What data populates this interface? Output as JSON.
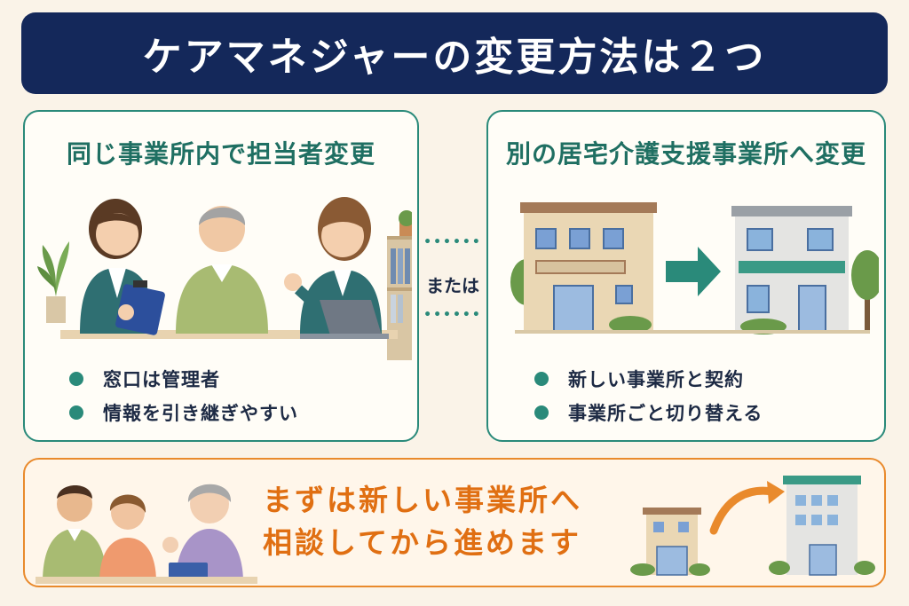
{
  "title": "ケアマネジャーの変更方法は２つ",
  "left_panel": {
    "heading": "同じ事業所内で担当者変更",
    "bullets": [
      "窓口は管理者",
      "情報を引き継ぎやすい"
    ]
  },
  "connector_label": "または",
  "right_panel": {
    "heading": "別の居宅介護支援事業所へ変更",
    "bullets": [
      "新しい事業所と契約",
      "事業所ごと切り替える"
    ]
  },
  "advice": {
    "line1": "まずは新しい事業所へ",
    "line2": "相談してから進めます"
  },
  "colors": {
    "navy": "#14285a",
    "teal": "#2a8a7a",
    "orange": "#e98a2c",
    "cream": "#faf3e8"
  },
  "icons": [
    "people-meeting-illustration",
    "building-icon",
    "arrow-right-icon",
    "tree-icon",
    "curved-arrow-icon"
  ]
}
